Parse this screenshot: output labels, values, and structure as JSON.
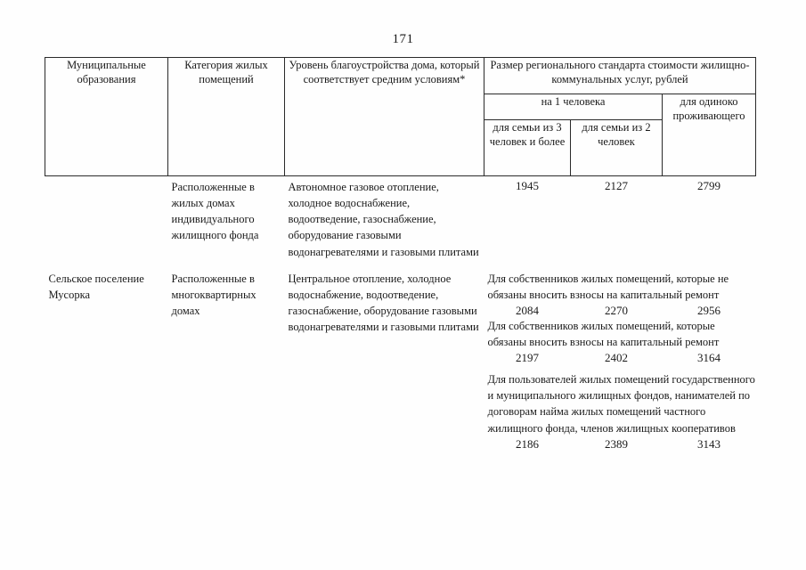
{
  "document": {
    "page_number": "171"
  },
  "table": {
    "headers": {
      "col_municipalities": "Муниципальные образования",
      "col_category": "Категория жилых помещений",
      "col_improvement": "Уровень благоустройства дома, который соответствует средним условиям*",
      "group_standard": "Размер регионального стандарта стоимости жилищно-коммунальных услуг, рублей",
      "subgroup_per_person": "на 1 человека",
      "col_family3": "для семьи из 3 человек и более",
      "col_family2": "для семьи из 2 человек",
      "col_single": "для одиноко проживающего"
    },
    "rows": [
      {
        "municipality": "",
        "category": "Расположенные в жилых домах индивидуального жилищного фонда",
        "improvement": "Автономное газовое отопление, холодное водоснабжение, водоотведение, газоснабжение, оборудование газовыми водонагревателями и газовыми плитами",
        "values": {
          "family3": "1945",
          "family2": "2127",
          "single": "2799"
        }
      },
      {
        "municipality": "Сельское поселение Мусорка",
        "category": "Расположенные в многоквартирных домах",
        "improvement": "Центральное отопление, холодное водоснабжение, водоотведение, газоснабжение, оборудование газовыми водонагревателями и газовыми плитами",
        "note_blocks": [
          {
            "text": "Для собственников жилых помещений, которые не обязаны вносить взносы на капитальный ремонт",
            "family3": "2084",
            "family2": "2270",
            "single": "2956"
          },
          {
            "text": "Для собственников  жилых помещений, которые обязаны вносить взносы на капитальный ремонт",
            "family3": "2197",
            "family2": "2402",
            "single": "3164"
          },
          {
            "text": "Для пользователей жилых помещений государственного и муниципального жилищных фондов, нанимателей по договорам найма жилых помещений частного жилищного фонда, членов жилищных кооперативов",
            "family3": "2186",
            "family2": "2389",
            "single": "3143"
          }
        ]
      }
    ]
  }
}
